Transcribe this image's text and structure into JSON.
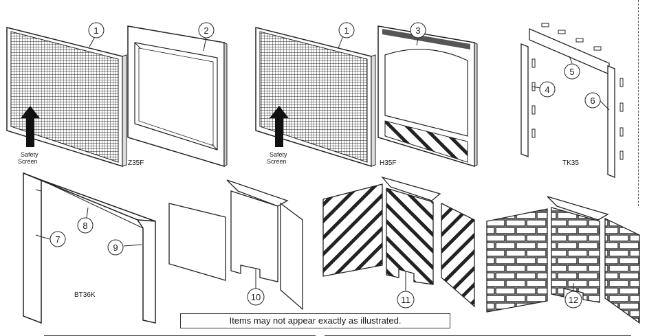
{
  "labels": {
    "safety_screen_a_l1": "Safety",
    "safety_screen_a_l2": "Screen",
    "safety_screen_b_l1": "Safety",
    "safety_screen_b_l2": "Screen",
    "model_z35f": "Z35F",
    "model_h35f": "H35F",
    "model_tk35": "TK35",
    "model_bt36k": "BT36K"
  },
  "callouts": {
    "c1a": "1",
    "c2": "2",
    "c1b": "1",
    "c3": "3",
    "c4": "4",
    "c5": "5",
    "c6": "6",
    "c7": "7",
    "c8": "8",
    "c9": "9",
    "c10": "10",
    "c11": "11",
    "c12": "12"
  },
  "notice": "Items may not appear exactly as illustrated."
}
